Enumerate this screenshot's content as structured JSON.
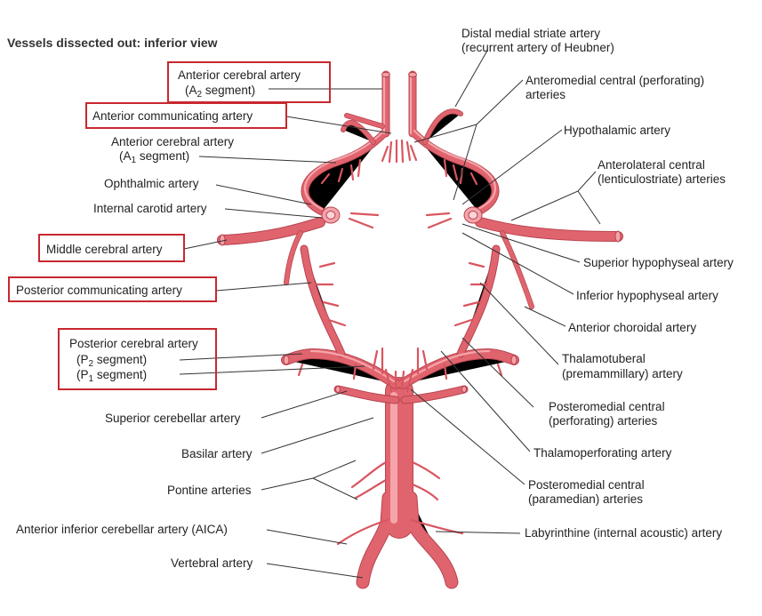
{
  "title": "Vessels dissected out: inferior view",
  "labels": {
    "aca_a2": {
      "line1": "Anterior cerebral artery",
      "line2_prefix": "(A",
      "line2_sub": "2",
      "line2_suffix": " segment)"
    },
    "acom": "Anterior communicating artery",
    "aca_a1": {
      "line1": "Anterior cerebral artery",
      "line2_prefix": "(A",
      "line2_sub": "1",
      "line2_suffix": " segment)"
    },
    "ophthalmic": "Ophthalmic artery",
    "ica": "Internal carotid artery",
    "mca": "Middle cerebral artery",
    "pcom": "Posterior communicating artery",
    "pca": {
      "line1": "Posterior cerebral artery",
      "p2_prefix": "(P",
      "p2_sub": "2",
      "p2_suffix": " segment)",
      "p1_prefix": "(P",
      "p1_sub": "1",
      "p1_suffix": " segment)"
    },
    "sca": "Superior cerebellar artery",
    "basilar": "Basilar artery",
    "pontine": "Pontine arteries",
    "aica": "Anterior inferior cerebellar artery (AICA)",
    "vertebral": "Vertebral artery",
    "heubner": {
      "line1": "Distal medial striate artery",
      "line2": "(recurrent artery of Heubner)"
    },
    "anteromedial": {
      "line1": "Anteromedial central (perforating)",
      "line2": "arteries"
    },
    "hypothalamic": "Hypothalamic artery",
    "anterolateral": {
      "line1": "Anterolateral central",
      "line2": "(lenticulostriate) arteries"
    },
    "sup_hypophyseal": "Superior hypophyseal artery",
    "inf_hypophyseal": "Inferior hypophyseal artery",
    "ant_choroidal": "Anterior choroidal artery",
    "thalamotuberal": {
      "line1": "Thalamotuberal",
      "line2": "(premammillary) artery"
    },
    "posteromedial_perf": {
      "line1": "Posteromedial central",
      "line2": "(perforating) arteries"
    },
    "thalamoperforating": "Thalamoperforating artery",
    "posteromedial_para": {
      "line1": "Posteromedial central",
      "line2": "(paramedian) arteries"
    },
    "labyrinthine": "Labyrinthine (internal acoustic) artery"
  },
  "colors": {
    "vessel": "#e0646e",
    "highlight_box": "#c8282e"
  }
}
